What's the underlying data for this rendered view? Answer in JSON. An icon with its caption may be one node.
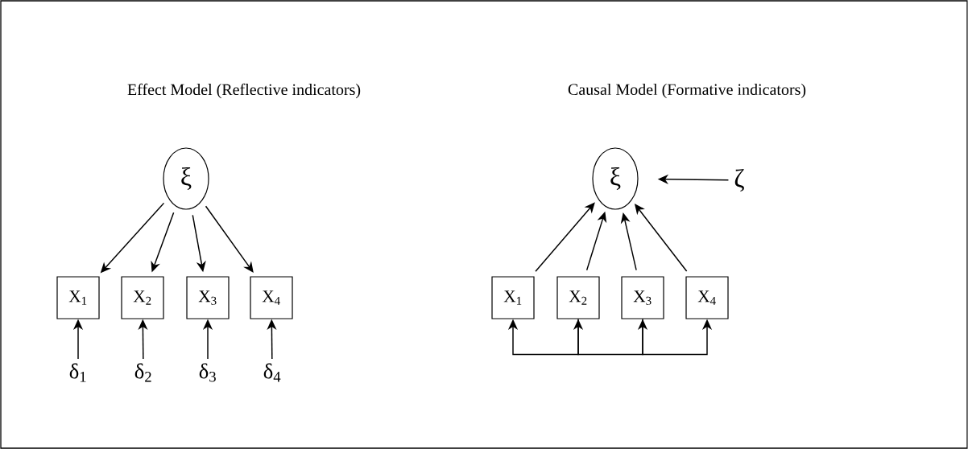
{
  "diagram": {
    "nodes": [
      {
        "text": [
          "ξ"
        ]
      },
      {
        "text": [
          "X$_{1}$"
        ]
      },
      {
        "text": [
          "X$_{2}$"
        ]
      },
      {
        "text": [
          "X$_{3}$"
        ]
      },
      {
        "text": [
          "X$_{4}$"
        ]
      },
      {
        "text": [
          "δ$_{1}$"
        ]
      },
      {
        "text": [
          "δ$_{2}$"
        ]
      },
      {
        "text": [
          "δ$_{3}$"
        ]
      },
      {
        "text": [
          "δ$_{4}$"
        ]
      },
      {
        "text": [
          "ξ"
        ]
      },
      {
        "text": [
          "ζ"
        ]
      },
      {
        "text": [
          "X$_{1}$"
        ]
      },
      {
        "text": [
          "X$_{2}$"
        ]
      },
      {
        "text": [
          "X$_{3}$"
        ]
      },
      {
        "text": [
          "X$_{4}$"
        ]
      }
    ],
    "edges": [
      {
        "from": 0,
        "to": 1,
        "arrow": "to"
      },
      {
        "from": 0,
        "to": 2,
        "arrow": "to"
      },
      {
        "from": 0,
        "to": 3,
        "arrow": "to"
      },
      {
        "from": 0,
        "to": 4,
        "arrow": "to"
      },
      {
        "from": 5,
        "to": 1,
        "arrow": "to"
      },
      {
        "from": 6,
        "to": 2,
        "arrow": "to"
      },
      {
        "from": 7,
        "to": 3,
        "arrow": "to"
      },
      {
        "from": 8,
        "to": 4,
        "arrow": "to"
      },
      {
        "from": 10,
        "to": 9,
        "arrow": "to"
      },
      {
        "from": 11,
        "to": 9,
        "arrow": "to"
      },
      {
        "from": 12,
        "to": 9,
        "arrow": "to"
      },
      {
        "from": 13,
        "to": 9,
        "arrow": "to"
      },
      {
        "from": 14,
        "to": 9,
        "arrow": "to"
      },
      {
        "from": 11,
        "to": 12,
        "arrow": "both"
      },
      {
        "from": 12,
        "to": 13,
        "arrow": "to"
      },
      {
        "from": 13,
        "to": 14,
        "arrow": "to"
      }
    ],
    "labels": [
      "Effect Model (Reflective indicators)",
      "Causal Model (Formative indicators)"
    ]
  }
}
